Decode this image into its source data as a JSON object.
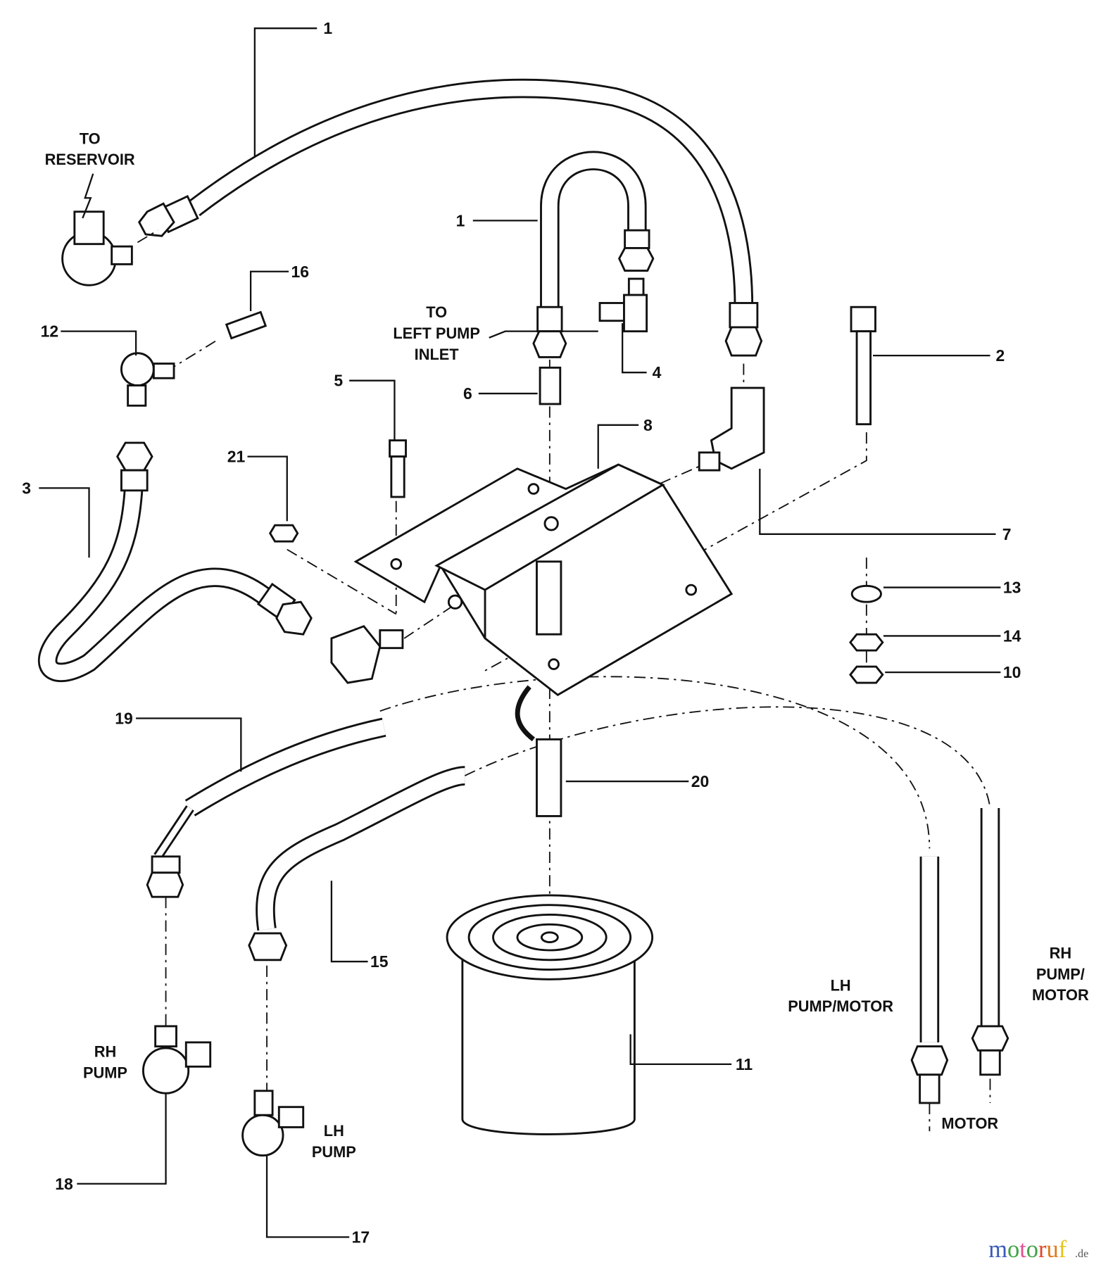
{
  "diagram": {
    "callouts": {
      "c1a": "1",
      "c1b": "1",
      "c2": "2",
      "c3": "3",
      "c4": "4",
      "c5": "5",
      "c6": "6",
      "c7": "7",
      "c8": "8",
      "c10": "10",
      "c11": "11",
      "c12": "12",
      "c13": "13",
      "c14": "14",
      "c15": "15",
      "c16": "16",
      "c17": "17",
      "c18": "18",
      "c19": "19",
      "c20": "20",
      "c21": "21"
    },
    "notes": {
      "to_reservoir": [
        "TO",
        "RESERVOIR"
      ],
      "to_left_pump_inlet": [
        "TO",
        "LEFT PUMP",
        "INLET"
      ],
      "rh_pump": [
        "RH",
        "PUMP"
      ],
      "lh_pump": [
        "LH",
        "PUMP"
      ],
      "lh_pump_motor": [
        "LH",
        "PUMP/MOTOR"
      ],
      "rh_pump_motor": [
        "RH",
        "PUMP/",
        "MOTOR"
      ],
      "motor": "MOTOR"
    },
    "watermark": {
      "name": "motoruf",
      "suffix": ".de",
      "colors": [
        "#3b5bb5",
        "#3fa344",
        "#e04f8f",
        "#3fa344",
        "#e0452b",
        "#e07a1b",
        "#e8c21a"
      ]
    }
  }
}
